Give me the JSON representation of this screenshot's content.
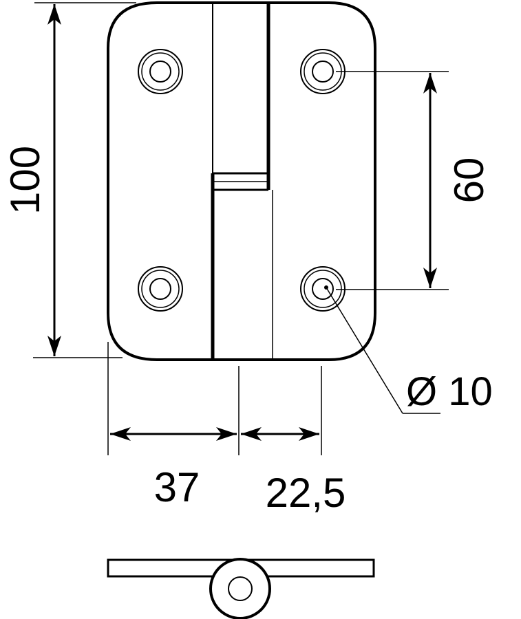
{
  "drawing": {
    "dimensions": {
      "height": "100",
      "hole_spacing": "60",
      "leaf_width_left": "37",
      "leaf_width_right": "22,5",
      "hole_diameter": "Ø 10"
    }
  }
}
